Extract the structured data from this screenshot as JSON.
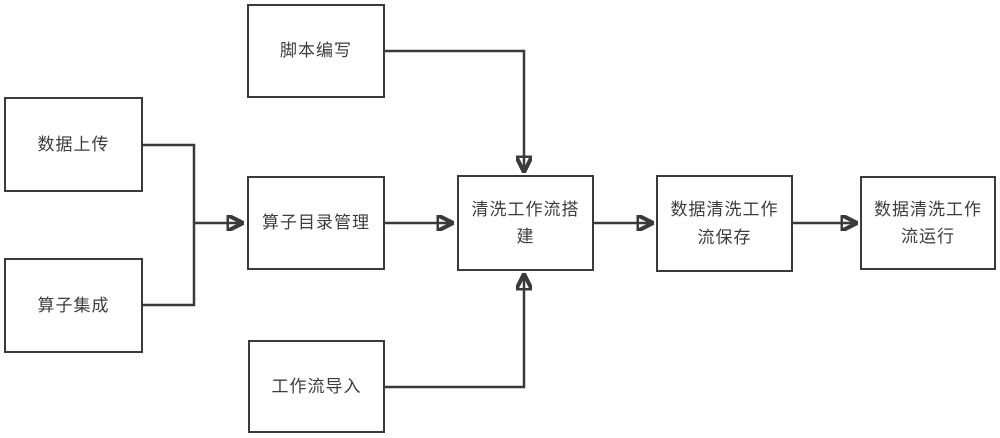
{
  "diagram": {
    "type": "flowchart",
    "language": "zh-CN",
    "background": "#ffffff",
    "colors": {
      "box_border": "#3a3a3a",
      "box_fill": "#ffffff",
      "line": "#3a3a3a",
      "text": "#3d3d3d"
    },
    "nodes": {
      "data_upload": {
        "label": "数据上传"
      },
      "operator_integration": {
        "label": "算子集成"
      },
      "script_writing": {
        "label": "脚本编写"
      },
      "operator_catalog_mgmt": {
        "label": "算子目录管理"
      },
      "cleaning_workflow_build": {
        "label": "清洗工作流搭建"
      },
      "workflow_save": {
        "label": "数据清洗工作流保存"
      },
      "workflow_run": {
        "label": "数据清洗工作流运行"
      },
      "workflow_import": {
        "label": "工作流导入"
      }
    },
    "edges": [
      {
        "from": "数据上传",
        "to": "算子目录管理"
      },
      {
        "from": "算子集成",
        "to": "算子目录管理"
      },
      {
        "from": "脚本编写",
        "to": "清洗工作流搭建"
      },
      {
        "from": "算子目录管理",
        "to": "清洗工作流搭建"
      },
      {
        "from": "工作流导入",
        "to": "清洗工作流搭建"
      },
      {
        "from": "清洗工作流搭建",
        "to": "数据清洗工作流保存"
      },
      {
        "from": "数据清洗工作流保存",
        "to": "数据清洗工作流运行"
      }
    ]
  }
}
